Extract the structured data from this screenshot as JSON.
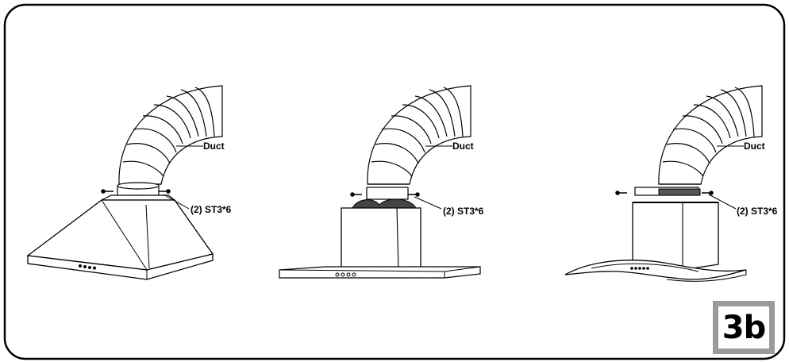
{
  "figure": {
    "label": "3b",
    "hoods": [
      {
        "duct_label": "Duct",
        "screw_label": "(2) ST3*6"
      },
      {
        "duct_label": "Duct",
        "screw_label": "(2) ST3*6"
      },
      {
        "duct_label": "Duct",
        "screw_label": "(2) ST3*6"
      }
    ]
  }
}
